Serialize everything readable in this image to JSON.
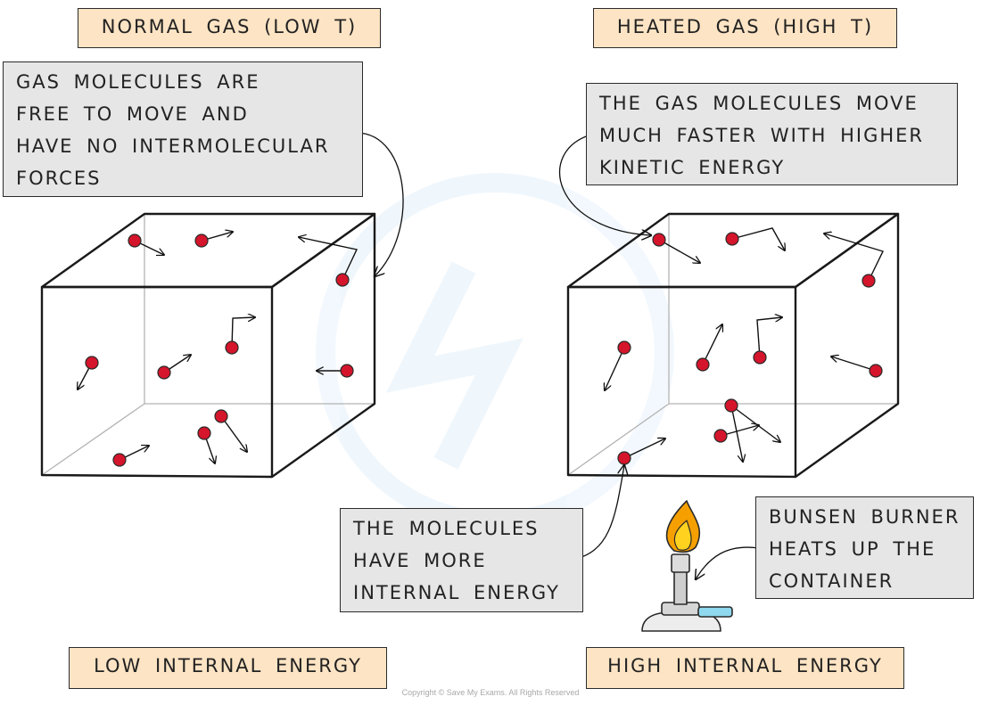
{
  "titles": {
    "normal_gas": "NORMAL GAS (LOW T)",
    "heated_gas": "HEATED GAS (HIGH T)",
    "low_energy": "LOW INTERNAL ENERGY",
    "high_energy": "HIGH INTERNAL ENERGY"
  },
  "notes": {
    "free_molecules": [
      "GAS MOLECULES ARE",
      "FREE TO MOVE AND",
      "HAVE NO INTERMOLECULAR",
      "FORCES"
    ],
    "faster_molecules": [
      "THE GAS MOLECULES MOVE",
      "MUCH FASTER WITH HIGHER",
      "KINETIC ENERGY"
    ],
    "more_energy": [
      "THE MOLECULES",
      "HAVE MORE",
      "INTERNAL ENERGY"
    ],
    "bunsen": [
      "BUNSEN BURNER",
      "HEATS UP THE",
      "CONTAINER"
    ]
  },
  "copyright": "Copyright © Save My Exams. All Rights Reserved",
  "colors": {
    "title_fill": "#fde4c4",
    "note_fill": "#e6e6e6",
    "molecule": "#d4152b",
    "flame_outer": "#f5a000",
    "flame_inner": "#ffd21f",
    "burner_tube": "#cfcfcf",
    "gas_pipe": "#8fd8ee"
  }
}
